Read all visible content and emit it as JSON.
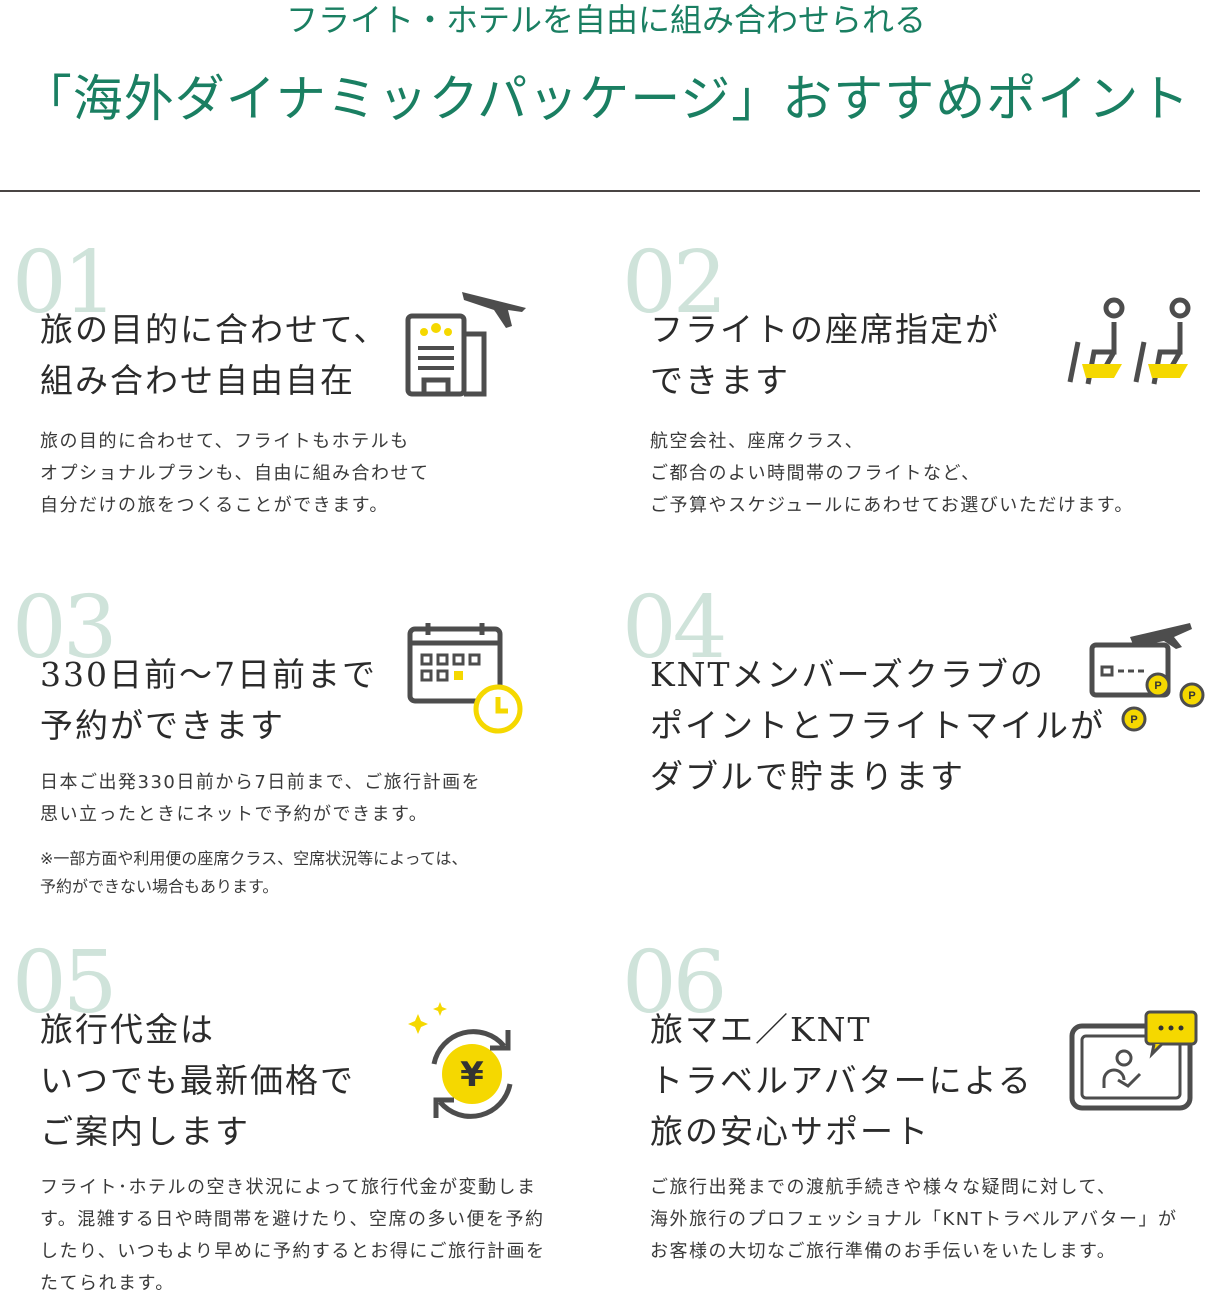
{
  "header": {
    "subtitle": "フライト・ホテルを自由に組み合わせられる",
    "title": "「海外ダイナミックパッケージ」おすすめポイント"
  },
  "colors": {
    "accent": "#1a7f62",
    "number": "#cfe3da",
    "icon_gray": "#4d4d4d",
    "icon_yellow": "#f5d800"
  },
  "points": [
    {
      "number": "01",
      "title": "旅の目的に合わせて、\n組み合わせ自由自在",
      "body": "旅の目的に合わせて、フライトもホテルも\nオプショナルプランも、自由に組み合わせて\n自分だけの旅をつくることができます。",
      "icon": "hotel-flight-icon"
    },
    {
      "number": "02",
      "title": "フライトの座席指定が\nできます",
      "body": "航空会社、座席クラス、\nご都合のよい時間帯のフライトなど、\nご予算やスケジュールにあわせてお選びいただけます。",
      "icon": "seat-icon"
    },
    {
      "number": "03",
      "title": "330日前〜7日前まで\n予約ができます",
      "body": "日本ご出発330日前から7日前まで、ご旅行計画を\n思い立ったときにネットで予約ができます。",
      "note": "※一部方面や利用便の座席クラス、空席状況等によっては、\n予約ができない場合もあります。",
      "icon": "calendar-clock-icon"
    },
    {
      "number": "04",
      "title": "KNTメンバーズクラブの\nポイントとフライトマイルが\nダブルで貯まります",
      "icon": "card-points-icon"
    },
    {
      "number": "05",
      "title": "旅行代金は\nいつでも最新価格で\nご案内します",
      "body": "フライト･ホテルの空き状況によって旅行代金が変動しま\nす。混雑する日や時間帯を避けたり、空席の多い便を予約\nしたり、いつもより早めに予約するとお得にご旅行計画を\nたてられます。",
      "icon": "yen-refresh-icon"
    },
    {
      "number": "06",
      "title": "旅マエ／KNT\nトラベルアバターによる\n旅の安心サポート",
      "body": "ご旅行出発までの渡航手続きや様々な疑問に対して、\n海外旅行のプロフェッショナル「KNTトラベルアバター」が\nお客様の大切なご旅行準備のお手伝いをいたします。",
      "icon": "avatar-screen-icon"
    }
  ]
}
